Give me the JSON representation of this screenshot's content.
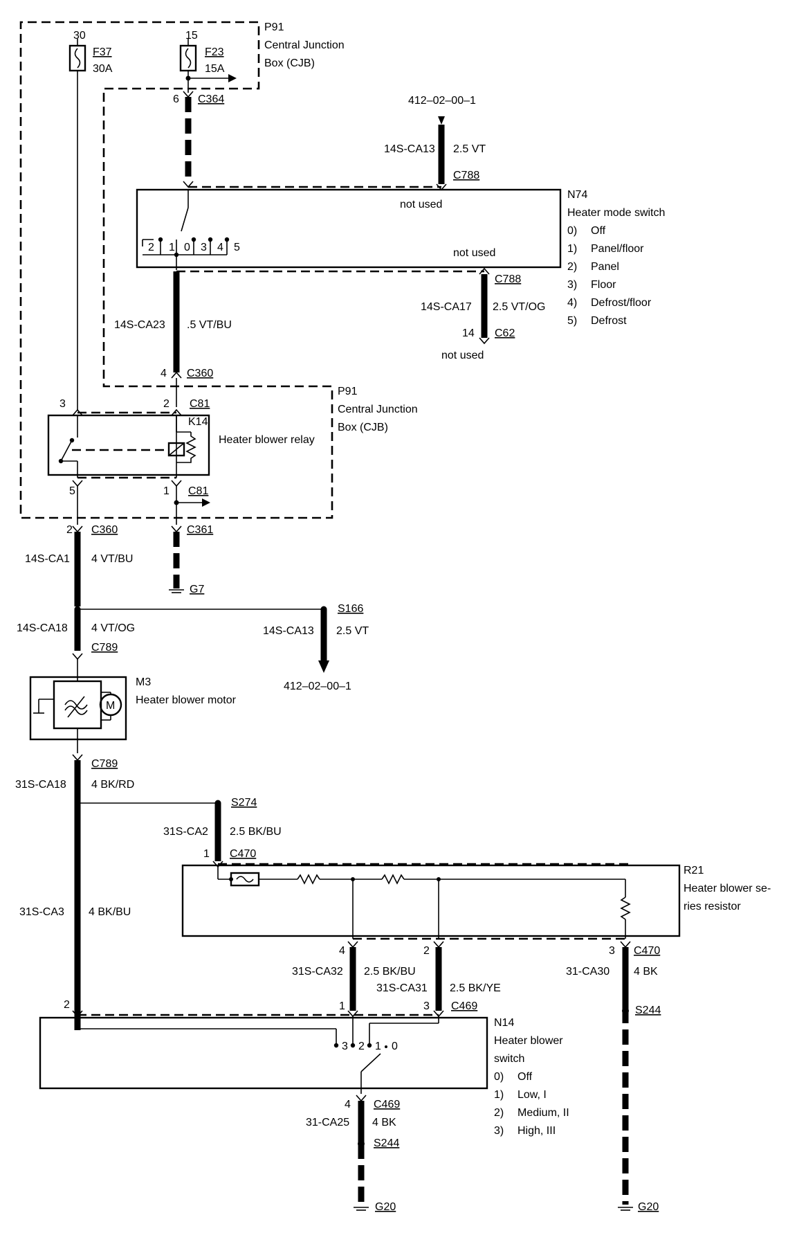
{
  "cjb_top": {
    "ref": "P91",
    "line1": "Central Junction",
    "line2": "Box (CJB)"
  },
  "cjb_mid": {
    "ref": "P91",
    "line1": "Central Junction",
    "line2": "Box (CJB)"
  },
  "fuse_f37": {
    "pin": "30",
    "name": "F37",
    "rating": "30A"
  },
  "fuse_f23": {
    "pin": "15",
    "name": "F23",
    "rating": "15A"
  },
  "c364": {
    "pin": "6",
    "name": "C364"
  },
  "ref_top": "412–02–00–1",
  "wire_ca13_top": {
    "circuit": "14S-CA13",
    "spec": "2.5 VT"
  },
  "c788_top": "C788",
  "n74": {
    "ref": "N74",
    "title": "Heater mode switch",
    "not_used_1": "not used",
    "not_used_2": "not used",
    "contacts": [
      "2",
      "1",
      "0",
      "3",
      "4",
      "5"
    ],
    "modes": [
      {
        "num": "0)",
        "label": "Off"
      },
      {
        "num": "1)",
        "label": "Panel/floor"
      },
      {
        "num": "2)",
        "label": "Panel"
      },
      {
        "num": "3)",
        "label": "Floor"
      },
      {
        "num": "4)",
        "label": "Defrost/floor"
      },
      {
        "num": "5)",
        "label": "Defrost"
      }
    ]
  },
  "c788_bottom": "C788",
  "wire_ca17": {
    "circuit": "14S-CA17",
    "spec": "2.5 VT/OG"
  },
  "c62": {
    "pin": "14",
    "name": "C62",
    "note": "not used"
  },
  "wire_ca23": {
    "circuit": "14S-CA23",
    "spec": ".5 VT/BU"
  },
  "c360_top": {
    "pin": "4",
    "name": "C360"
  },
  "k14": {
    "ref": "K14",
    "title": "Heater blower relay",
    "pin3": "3",
    "pin2": "2",
    "pin5": "5",
    "pin1": "1"
  },
  "c81_top": "C81",
  "c81_bottom": "C81",
  "c360_bottom": {
    "pin": "2",
    "name": "C360"
  },
  "c361": "C361",
  "g7": "G7",
  "wire_ca1": {
    "circuit": "14S-CA1",
    "spec": "4 VT/BU"
  },
  "s166": "S166",
  "wire_ca18": {
    "circuit": "14S-CA18",
    "spec": "4 VT/OG"
  },
  "wire_ca13_mid": {
    "circuit": "14S-CA13",
    "spec": "2.5 VT"
  },
  "c789_top": "C789",
  "ref_mid": "412–02–00–1",
  "m3": {
    "ref": "M3",
    "title": "Heater blower motor",
    "symbol": "M"
  },
  "c789_bottom": "C789",
  "wire_31ca18": {
    "circuit": "31S-CA18",
    "spec": "4 BK/RD"
  },
  "s274": "S274",
  "wire_31ca2": {
    "circuit": "31S-CA2",
    "spec": "2.5 BK/BU"
  },
  "c470_top": {
    "pin": "1",
    "name": "C470"
  },
  "r21": {
    "ref": "R21",
    "line1": "Heater blower se-",
    "line2": "ries resistor"
  },
  "wire_31ca3": {
    "circuit": "31S-CA3",
    "spec": "4 BK/BU"
  },
  "r21_pins": {
    "p4": "4",
    "p2": "2",
    "p3": "3"
  },
  "c470_bottom": "C470",
  "wire_31ca32": {
    "circuit": "31S-CA32",
    "spec": "2.5 BK/BU"
  },
  "wire_31ca31": {
    "circuit": "31S-CA31",
    "spec": "2.5 BK/YE"
  },
  "wire_31ca30": {
    "circuit": "31-CA30",
    "spec": "4 BK"
  },
  "c469_top": {
    "pin_left": "2",
    "pin_mid": "1",
    "pin_right": "3",
    "name": "C469"
  },
  "s244_right": "S244",
  "n14": {
    "ref": "N14",
    "line1": "Heater blower",
    "line2": "switch",
    "contacts": [
      "3",
      "2",
      "1",
      "0"
    ],
    "speeds": [
      {
        "num": "0)",
        "label": "Off"
      },
      {
        "num": "1)",
        "label": "Low, I"
      },
      {
        "num": "2)",
        "label": "Medium, II"
      },
      {
        "num": "3)",
        "label": "High, III"
      }
    ]
  },
  "c469_bottom": {
    "pin": "4",
    "name": "C469"
  },
  "wire_31ca25": {
    "circuit": "31-CA25",
    "spec": "4 BK"
  },
  "s244_left": "S244",
  "g20_left": "G20",
  "g20_right": "G20"
}
